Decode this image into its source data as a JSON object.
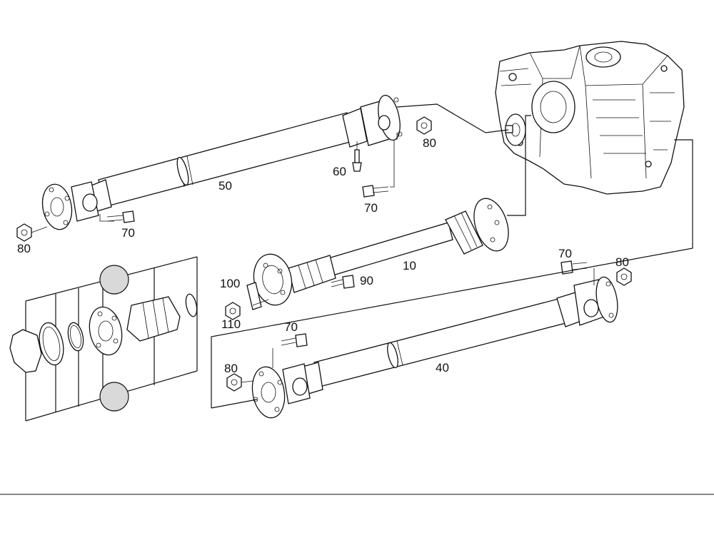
{
  "callouts": {
    "c50": "50",
    "c60": "60",
    "c70_a": "70",
    "c80_a": "80",
    "c70_b": "70",
    "c80_b": "80",
    "c70_c": "70",
    "c80_c": "80",
    "c10": "10",
    "c90": "90",
    "c100": "100",
    "c110": "110",
    "c70_d": "70",
    "c80_d": "80",
    "c40": "40"
  }
}
